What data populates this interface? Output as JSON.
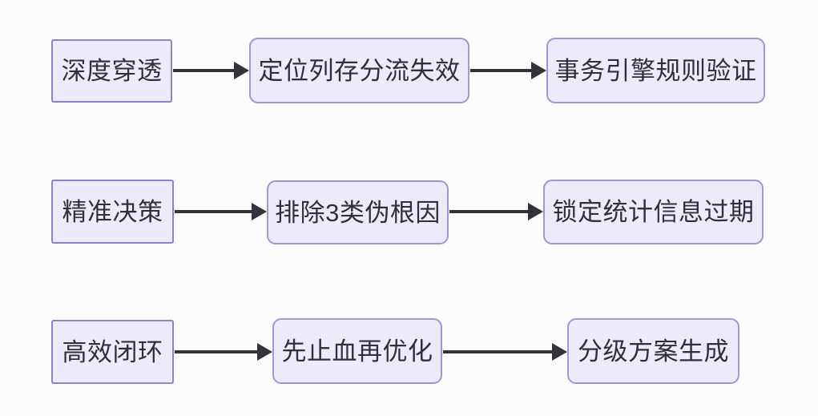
{
  "flowchart": {
    "colors": {
      "background": "#fcfcfd",
      "node_fill": "#edebf9",
      "node_border_square": "#8e81d6",
      "node_border_rounded": "#a294df",
      "arrow": "#33333b",
      "text": "#303036"
    },
    "rows": [
      {
        "steps": [
          {
            "label": "深度穿透"
          },
          {
            "label": "定位列存分流失效"
          },
          {
            "label": "事务引擎规则验证"
          }
        ]
      },
      {
        "steps": [
          {
            "label": "精准决策"
          },
          {
            "label": "排除3类伪根因"
          },
          {
            "label": "锁定统计信息过期"
          }
        ]
      },
      {
        "steps": [
          {
            "label": "高效闭环"
          },
          {
            "label": "先止血再优化"
          },
          {
            "label": "分级方案生成"
          }
        ]
      }
    ]
  }
}
